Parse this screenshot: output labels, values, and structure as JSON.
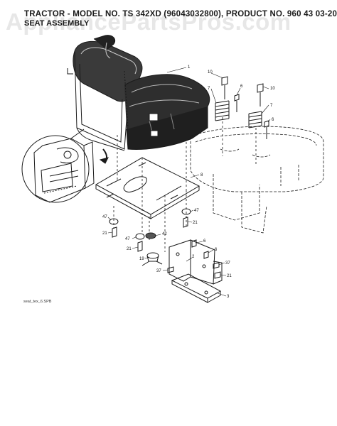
{
  "header": {
    "title": "TRACTOR - MODEL NO. TS 342XD (96043032800), PRODUCT NO. 960 43 03-20",
    "subtitle": "SEAT ASSEMBLY"
  },
  "watermark": "AppliancePartsPros.com",
  "footer_code": "seat_tex_6.SPB",
  "callouts": [
    "1",
    "2",
    "3",
    "6",
    "7",
    "8",
    "10",
    "19",
    "21",
    "37",
    "42",
    "47"
  ],
  "colors": {
    "line": "#1a1a1a",
    "background": "#ffffff",
    "watermark": "#9a9a9a"
  }
}
